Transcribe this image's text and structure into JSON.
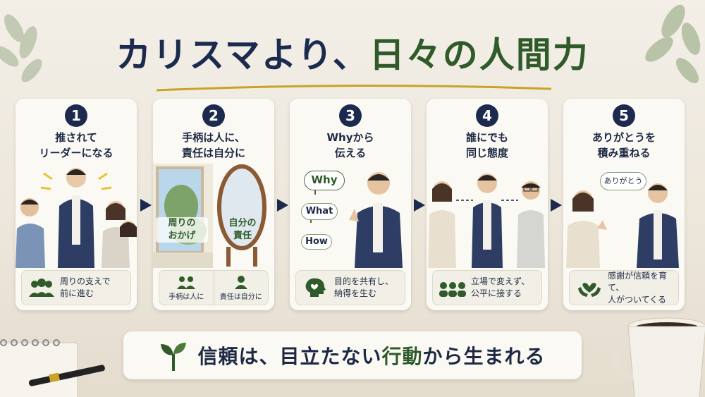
{
  "title": {
    "part1": "カリスマより、",
    "part2": "日々の人間力"
  },
  "steps": [
    {
      "number": "1",
      "heading_line1": "推されて",
      "heading_line2": "リーダーになる",
      "footer_line1": "周りの支えで",
      "footer_line2": "前に進む"
    },
    {
      "number": "2",
      "heading_line1": "手柄は人に、",
      "heading_line2": "責任は自分に",
      "label_window_line1": "周りの",
      "label_window_line2": "おかげ",
      "label_mirror_line1": "自分の",
      "label_mirror_line2": "責任",
      "footer_left": "手柄は人に",
      "footer_right": "責任は自分に"
    },
    {
      "number": "3",
      "heading_line1": "Whyから",
      "heading_line2": "伝える",
      "bubble_why": "Why",
      "bubble_what": "What",
      "bubble_how": "How",
      "footer_line1": "目的を共有し、",
      "footer_line2": "納得を生む"
    },
    {
      "number": "4",
      "heading_line1": "誰にでも",
      "heading_line2": "同じ態度",
      "footer_line1": "立場で変えず、",
      "footer_line2": "公平に接する"
    },
    {
      "number": "5",
      "heading_line1": "ありがとうを",
      "heading_line2": "積み重ねる",
      "bubble_thanks": "ありがとう",
      "footer_line1": "感謝が信頼を育て、",
      "footer_line2": "人がついてくる"
    }
  ],
  "banner": {
    "part1": "信頼は、目立たない",
    "part2": "行動",
    "part3": "から生まれる"
  },
  "colors": {
    "navy": "#1b2a4e",
    "green": "#2f5a2a",
    "gold": "#c9a227",
    "card": "#fbf9f4"
  },
  "icons": [
    "group-icon",
    "person-icon",
    "head-heart-icon",
    "three-people-icon",
    "hands-heart-icon",
    "sprout-icon",
    "arrow-right-icon"
  ]
}
